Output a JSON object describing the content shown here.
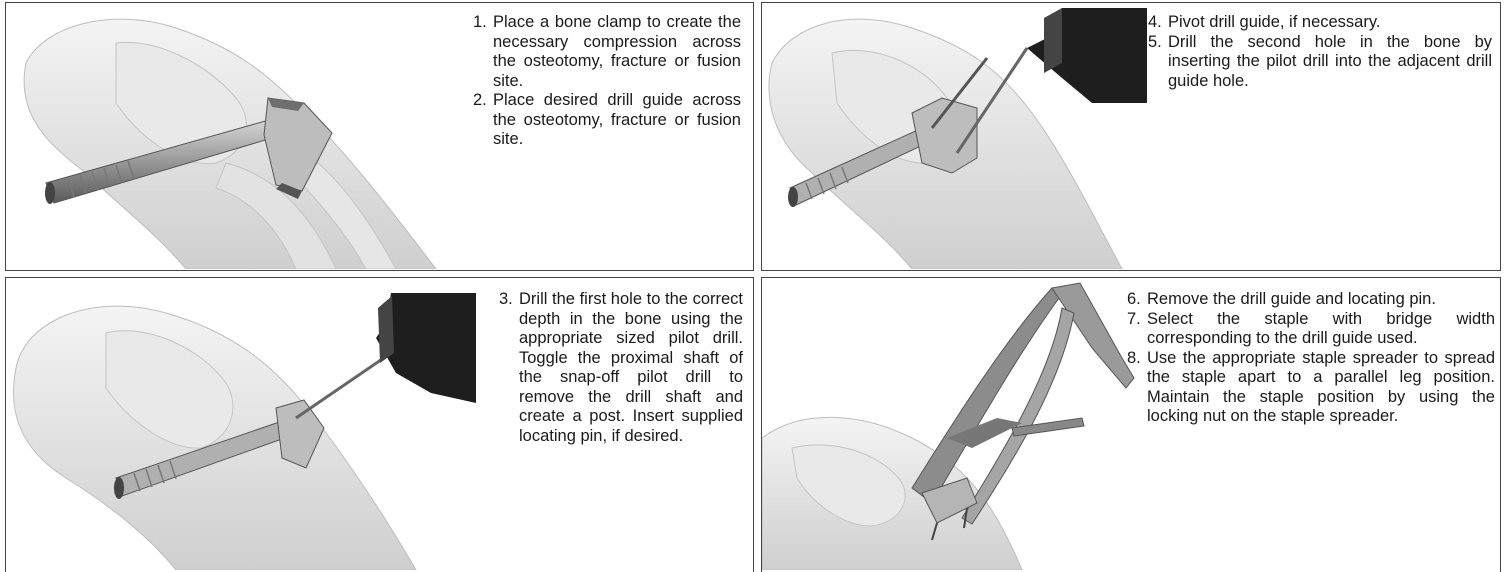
{
  "panels": [
    {
      "steps": [
        {
          "num": "1.",
          "text": "Place a bone clamp to create the necessary compression across the osteotomy, fracture or fusion site."
        },
        {
          "num": "2.",
          "text": "Place desired drill guide across the osteotomy, fracture or fusion site."
        }
      ]
    },
    {
      "steps": [
        {
          "num": "4.",
          "text": "Pivot drill guide, if necessary."
        },
        {
          "num": "5.",
          "text": "Drill the second hole in the bone by inserting the pilot drill into the adjacent drill guide hole."
        }
      ]
    },
    {
      "steps": [
        {
          "num": "3.",
          "text": "Drill the first hole to the correct depth in the bone using the appropriate sized pilot drill. Toggle the proximal shaft of the snap-off pilot drill to remove the drill shaft and create a post. Insert supplied locating pin, if desired."
        }
      ]
    },
    {
      "steps": [
        {
          "num": "6.",
          "text": "Remove the drill guide and locating pin."
        },
        {
          "num": "7.",
          "text": "Select the staple with bridge width corresponding to the drill guide used."
        },
        {
          "num": "8.",
          "text": "Use the appropriate staple spreader to spread the staple apart to a parallel leg position. Maintain the staple position by using the locking nut on the staple spreader."
        }
      ]
    }
  ]
}
